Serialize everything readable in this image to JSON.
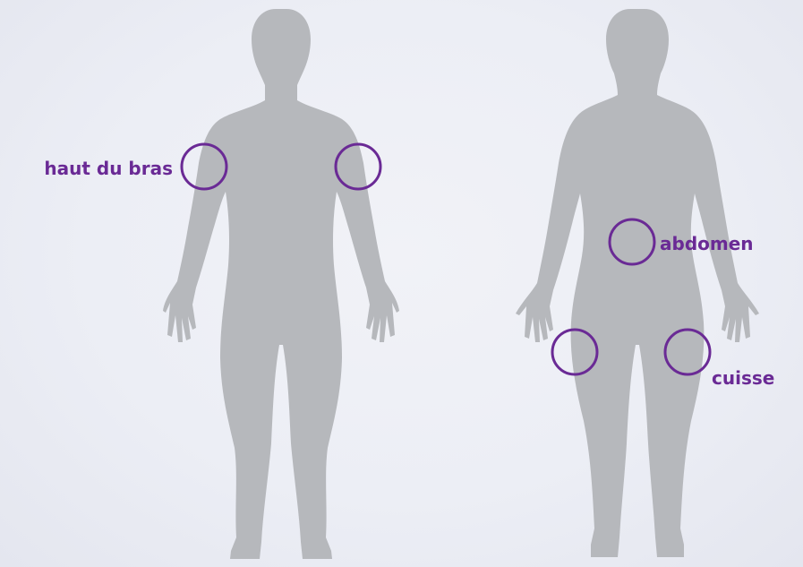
{
  "colors": {
    "silhouette": "#b6b8bc",
    "accent": "#6a2a95",
    "background": "#eceef5"
  },
  "figures": [
    {
      "name": "male-figure"
    },
    {
      "name": "female-figure"
    }
  ],
  "injection_sites": {
    "upper_arm": {
      "label": "haut du bras",
      "markers": 2
    },
    "abdomen": {
      "label": "abdomen",
      "markers": 1
    },
    "thigh": {
      "label": "cuisse",
      "markers": 2
    }
  }
}
